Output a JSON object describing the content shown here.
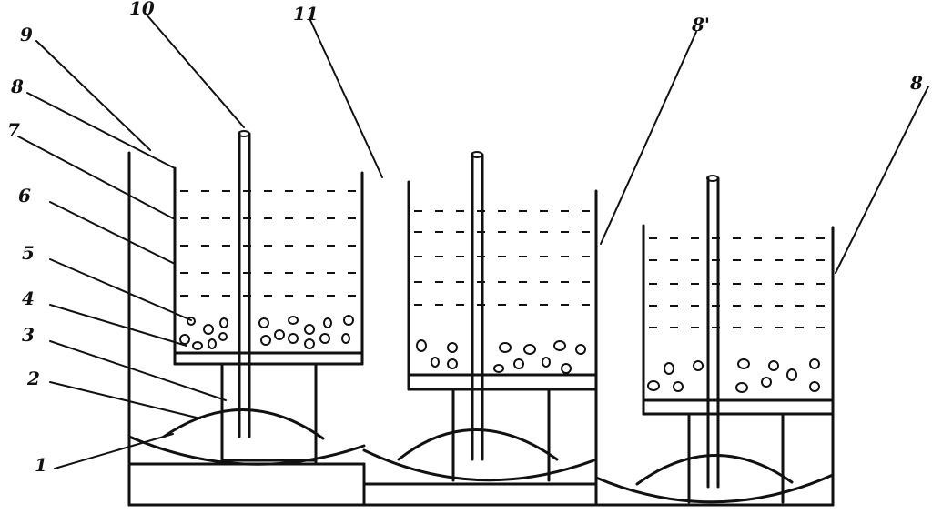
{
  "labels": {
    "l1": "1",
    "l2": "2",
    "l3": "3",
    "l4": "4",
    "l5": "5",
    "l6": "6",
    "l7": "7",
    "l8a": "8",
    "l9": "9",
    "l10": "10",
    "l11": "11",
    "l8p": "8'",
    "l8": "8"
  }
}
